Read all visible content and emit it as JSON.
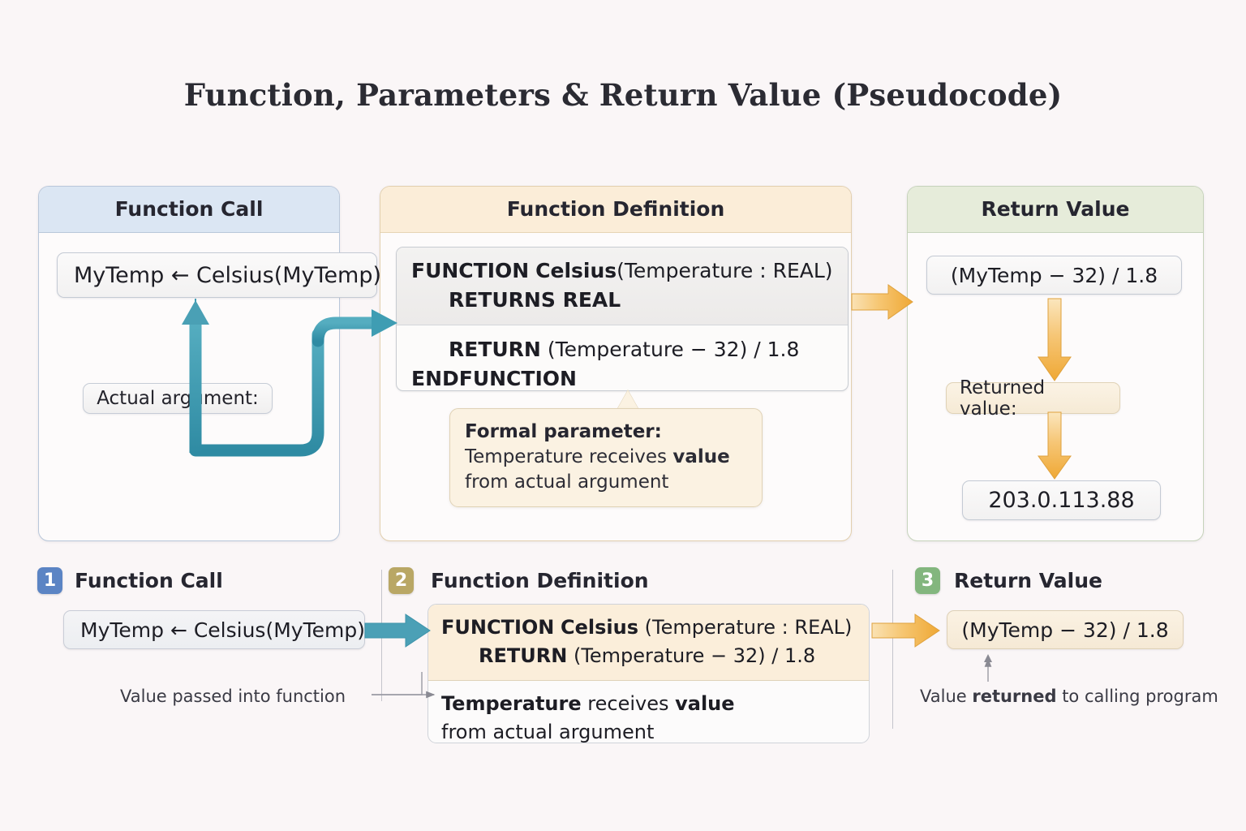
{
  "page": {
    "title": "Function, Parameters & Return Value (Pseudocode)",
    "background_color": "#faf6f7"
  },
  "colors": {
    "call_accent": "#5b84c4",
    "definition_accent": "#b9a765",
    "return_accent": "#83b67e",
    "teal_arrow": "#3f9db3",
    "orange_arrow": "#f0a93c"
  },
  "panels": {
    "call": {
      "header": "Function Call",
      "code": "MyTemp ← Celsius(MyTemp)",
      "label": "Actual argument:"
    },
    "definition": {
      "header": "Function Definition",
      "code_lines": [
        {
          "kw": "FUNCTION",
          "name": "Celsius",
          "rest": "(Temperature : REAL)"
        },
        {
          "kw": "RETURNS REAL",
          "name": "",
          "rest": ""
        },
        {
          "kw": "RETURN",
          "name": "",
          "rest": "(Temperature − 32) / 1.8"
        },
        {
          "kw": "ENDFUNCTION",
          "name": "",
          "rest": ""
        }
      ],
      "callout": {
        "heading": "Formal parameter:",
        "line1_plain": "Temperature receives ",
        "line1_bold": "value",
        "line2": "from actual argument"
      }
    },
    "return": {
      "header": "Return Value",
      "expression": "(MyTemp − 32) / 1.8",
      "label": "Returned value:",
      "result": "203.0.113.88"
    }
  },
  "steps": [
    {
      "number": "1",
      "label": "Function Call",
      "code": "MyTemp ← Celsius(MyTemp)",
      "footnote": "Value passed into function"
    },
    {
      "number": "2",
      "label": "Function Definition",
      "code_line1_kw": "FUNCTION",
      "code_line1_name": "Celsius",
      "code_line1_rest": "(Temperature : REAL)",
      "code_line2_kw": "RETURN",
      "code_line2_rest": "(Temperature − 32) / 1.8",
      "note_bold1": "Temperature",
      "note_plain1": " receives ",
      "note_bold2": "value",
      "note_line2": "from actual argument"
    },
    {
      "number": "3",
      "label": "Return Value",
      "code": "(MyTemp − 32) / 1.8",
      "footnote_plain1": "Value ",
      "footnote_bold": "returned",
      "footnote_plain2": " to calling program"
    }
  ]
}
